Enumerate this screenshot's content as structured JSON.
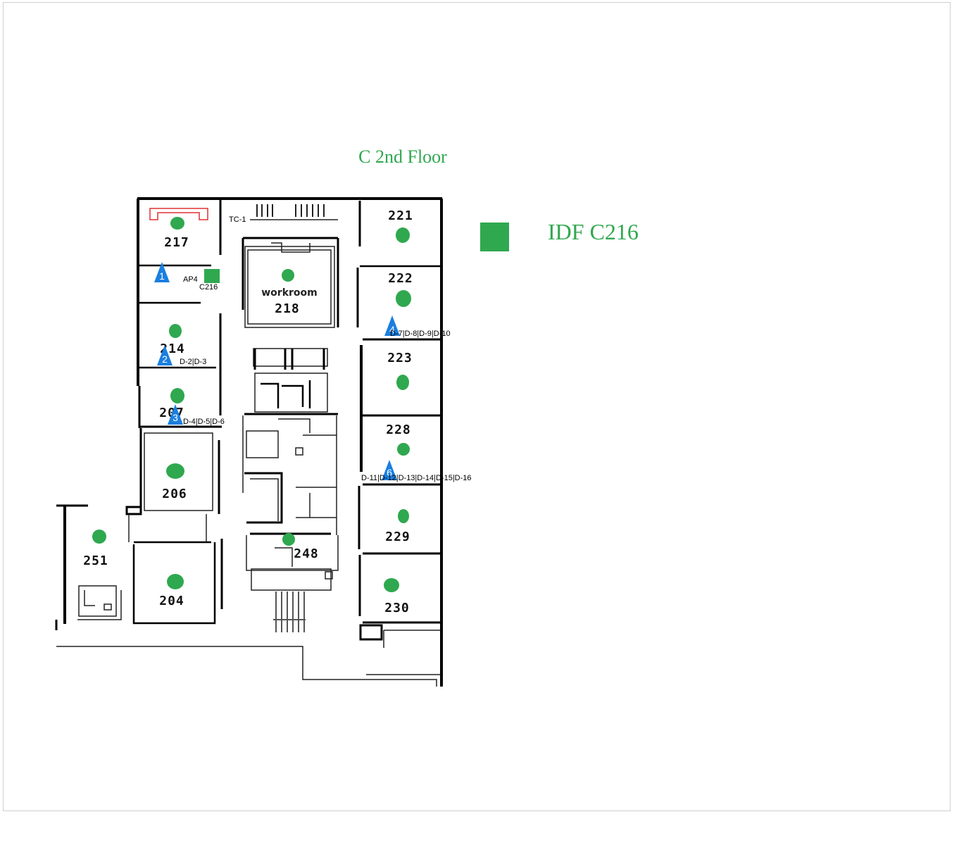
{
  "floor_title": "C 2nd Floor",
  "legend": {
    "label": "IDF C216",
    "color": "#2fa84f"
  },
  "colors": {
    "marker_green": "#2fa84f",
    "ap_blue": "#1a7fe0",
    "idf_outline_red": "#e03030"
  },
  "rooms": [
    {
      "id": "217",
      "label": "217"
    },
    {
      "id": "218",
      "label": "218",
      "sublabel": "workroom"
    },
    {
      "id": "214",
      "label": "214"
    },
    {
      "id": "207",
      "label": "207"
    },
    {
      "id": "206",
      "label": "206"
    },
    {
      "id": "204",
      "label": "204"
    },
    {
      "id": "251",
      "label": "251"
    },
    {
      "id": "248",
      "label": "248"
    },
    {
      "id": "221",
      "label": "221"
    },
    {
      "id": "222",
      "label": "222"
    },
    {
      "id": "223",
      "label": "223"
    },
    {
      "id": "228",
      "label": "228"
    },
    {
      "id": "229",
      "label": "229"
    },
    {
      "id": "230",
      "label": "230"
    }
  ],
  "labels": {
    "tc1": "TC-1",
    "ap4": "AP4",
    "c216": "C216"
  },
  "access_points": [
    {
      "number": "1",
      "drops": ""
    },
    {
      "number": "2",
      "drops": "D-2|D-3"
    },
    {
      "number": "3",
      "drops": "D-4|D-5|D-6"
    },
    {
      "number": "4",
      "drops": "D-7|D-8|D-9|D-10"
    },
    {
      "number": "6",
      "drops": "D-11|D-12|D-13|D-14|D-15|D-16"
    }
  ]
}
